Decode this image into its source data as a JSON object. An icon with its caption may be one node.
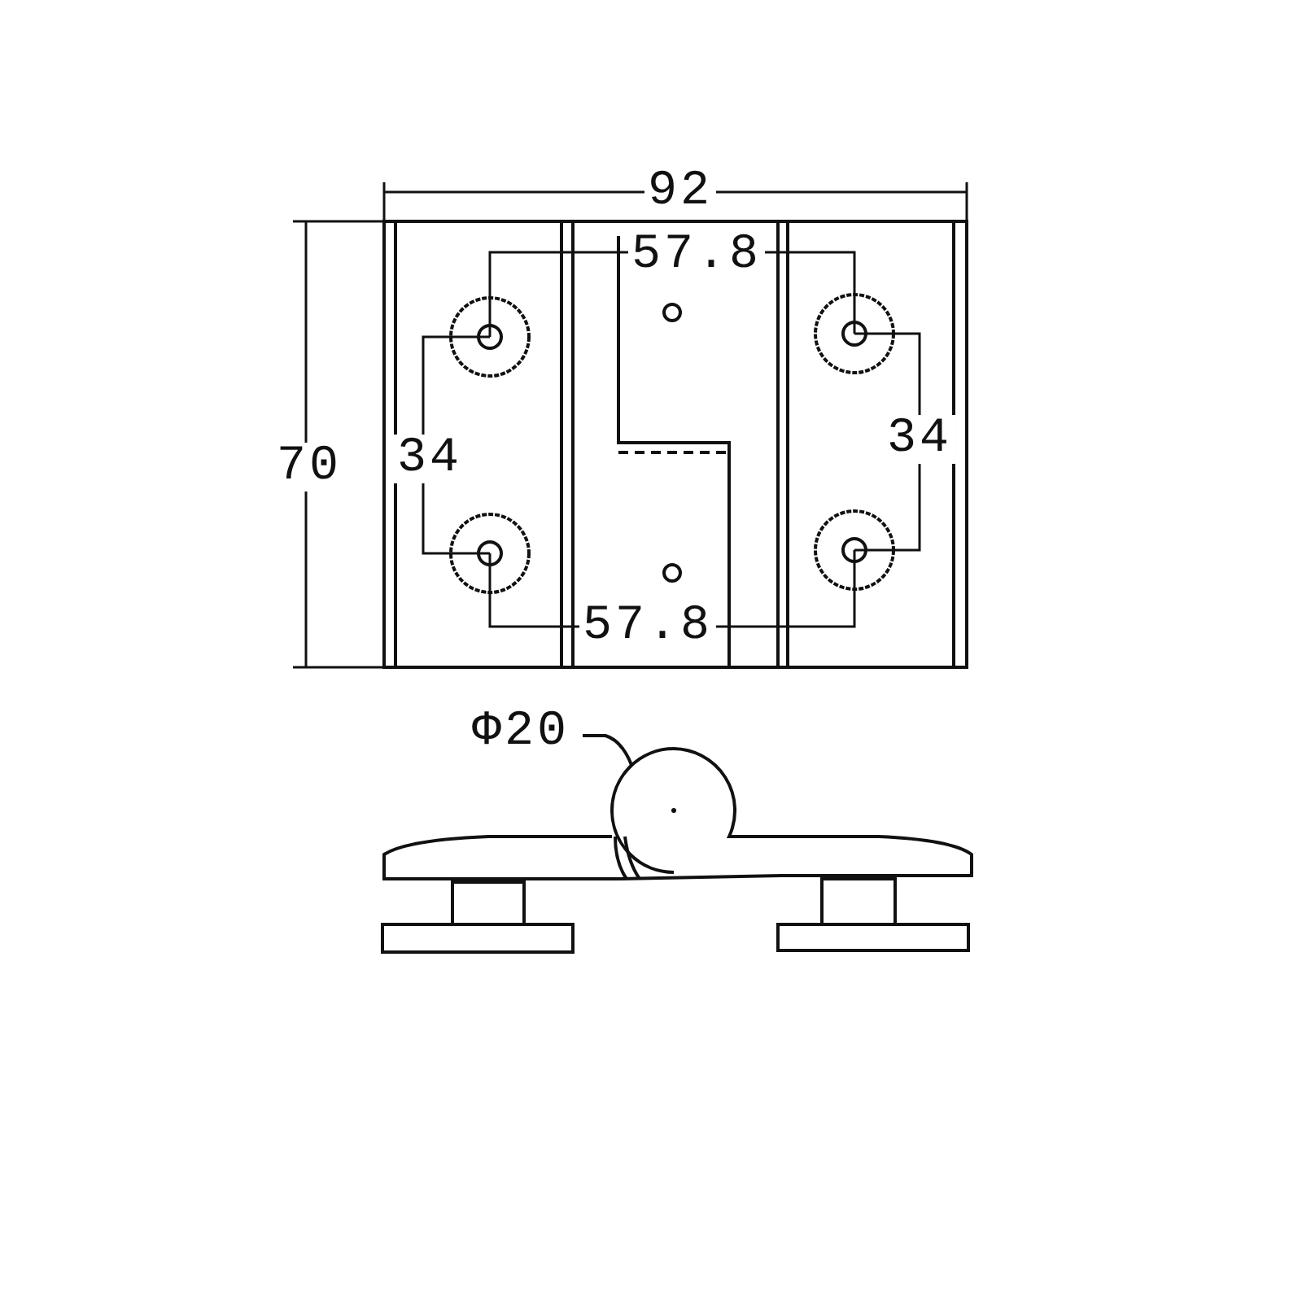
{
  "diagram": {
    "nodes": [
      {
        "text": [
          "Φ20"
        ]
      },
      {
        "text": [],
        "shape": "circle"
      }
    ],
    "edges": [
      {
        "from": 0,
        "to": 1,
        "arrow": "none"
      }
    ],
    "labels": [
      "92",
      "57.8",
      "70",
      "34",
      "34",
      "57.8"
    ]
  }
}
